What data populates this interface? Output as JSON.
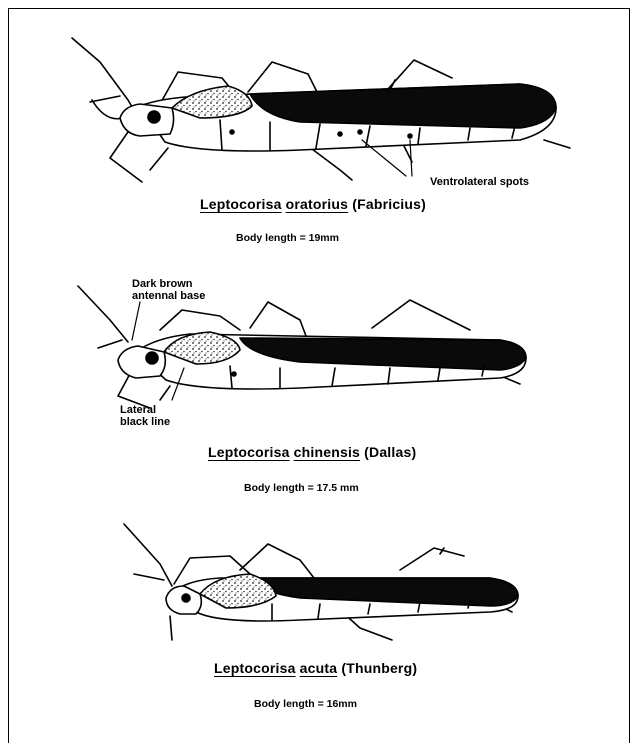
{
  "figure": {
    "species": [
      {
        "genus": "Leptocorisa",
        "epithet": "oratorius",
        "authority": "(Fabricius)",
        "body_length": "Body length = 19mm"
      },
      {
        "genus": "Leptocorisa",
        "epithet": "chinensis",
        "authority": "(Dallas)",
        "body_length": "Body length = 17.5 mm"
      },
      {
        "genus": "Leptocorisa",
        "epithet": "acuta",
        "authority": "(Thunberg)",
        "body_length": "Body length = 16mm"
      }
    ],
    "annotations": {
      "ventrolateral": "Ventrolateral spots",
      "antennal_base_line1": "Dark brown",
      "antennal_base_line2": "antennal base",
      "lateral_line1": "Lateral",
      "lateral_line2": "black line"
    }
  }
}
